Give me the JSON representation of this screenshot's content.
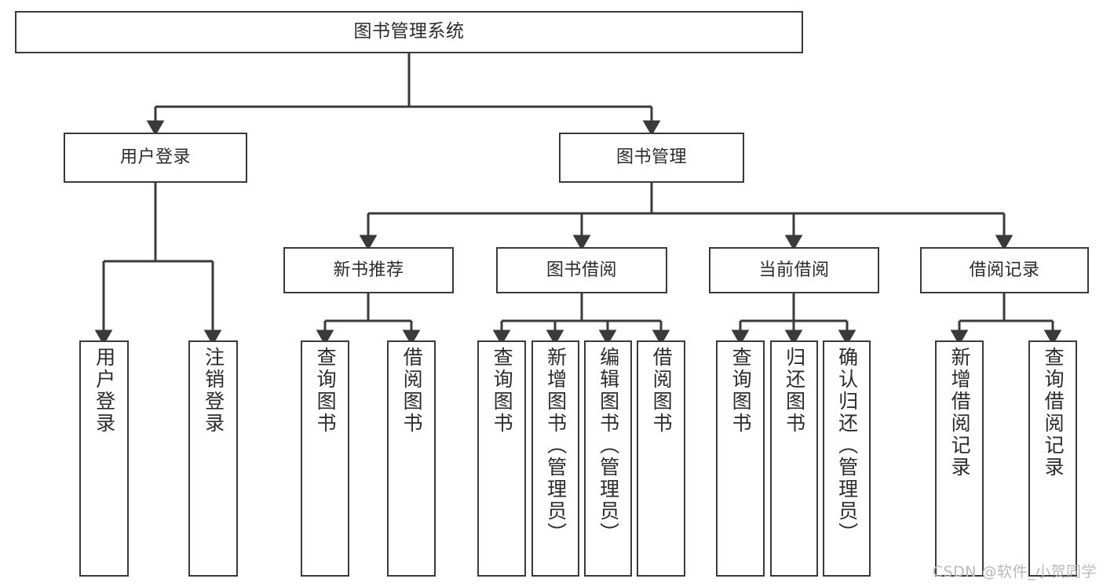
{
  "diagram": {
    "type": "tree-hierarchy-chart",
    "title": "图书管理系统",
    "background_color": "#ffffff",
    "box_border_color": "#3a3a3a",
    "text_color": "#2b2b2b",
    "connector_color": "#3a3a3a",
    "levels": [
      {
        "level": 1,
        "nodes": [
          {
            "id": "root",
            "label": "图书管理系统",
            "orientation": "horizontal"
          }
        ]
      },
      {
        "level": 2,
        "nodes": [
          {
            "id": "login",
            "label": "用户登录",
            "orientation": "horizontal",
            "parent": "root"
          },
          {
            "id": "bookmgmt",
            "label": "图书管理",
            "orientation": "horizontal",
            "parent": "root"
          }
        ]
      },
      {
        "level": 3,
        "nodes": [
          {
            "id": "newbook",
            "label": "新书推荐",
            "orientation": "horizontal",
            "parent": "bookmgmt"
          },
          {
            "id": "borrow",
            "label": "图书借阅",
            "orientation": "horizontal",
            "parent": "bookmgmt"
          },
          {
            "id": "current",
            "label": "当前借阅",
            "orientation": "horizontal",
            "parent": "bookmgmt"
          },
          {
            "id": "records",
            "label": "借阅记录",
            "orientation": "horizontal",
            "parent": "bookmgmt"
          }
        ]
      },
      {
        "level": 4,
        "nodes": [
          {
            "id": "leaf-1",
            "label": "用户登录",
            "orientation": "vertical",
            "parent": "login"
          },
          {
            "id": "leaf-2",
            "label": "注销登录",
            "orientation": "vertical",
            "parent": "login"
          },
          {
            "id": "leaf-3",
            "label": "查询图书",
            "orientation": "vertical",
            "parent": "newbook"
          },
          {
            "id": "leaf-4",
            "label": "借阅图书",
            "orientation": "vertical",
            "parent": "newbook"
          },
          {
            "id": "leaf-5",
            "label": "查询图书",
            "orientation": "vertical",
            "parent": "borrow"
          },
          {
            "id": "leaf-6",
            "label": "新增图书（管理员）",
            "orientation": "vertical",
            "parent": "borrow"
          },
          {
            "id": "leaf-7",
            "label": "编辑图书（管理员）",
            "orientation": "vertical",
            "parent": "borrow"
          },
          {
            "id": "leaf-8",
            "label": "借阅图书",
            "orientation": "vertical",
            "parent": "borrow"
          },
          {
            "id": "leaf-9",
            "label": "查询图书",
            "orientation": "vertical",
            "parent": "current"
          },
          {
            "id": "leaf-10",
            "label": "归还图书",
            "orientation": "vertical",
            "parent": "current"
          },
          {
            "id": "leaf-11",
            "label": "确认归还（管理员）",
            "orientation": "vertical",
            "parent": "current"
          },
          {
            "id": "leaf-12",
            "label": "新增借阅记录",
            "orientation": "vertical",
            "parent": "records"
          },
          {
            "id": "leaf-13",
            "label": "查询借阅记录",
            "orientation": "vertical",
            "parent": "records"
          }
        ]
      }
    ]
  },
  "watermark": {
    "text": "CSDN @软件_小贺同学"
  }
}
